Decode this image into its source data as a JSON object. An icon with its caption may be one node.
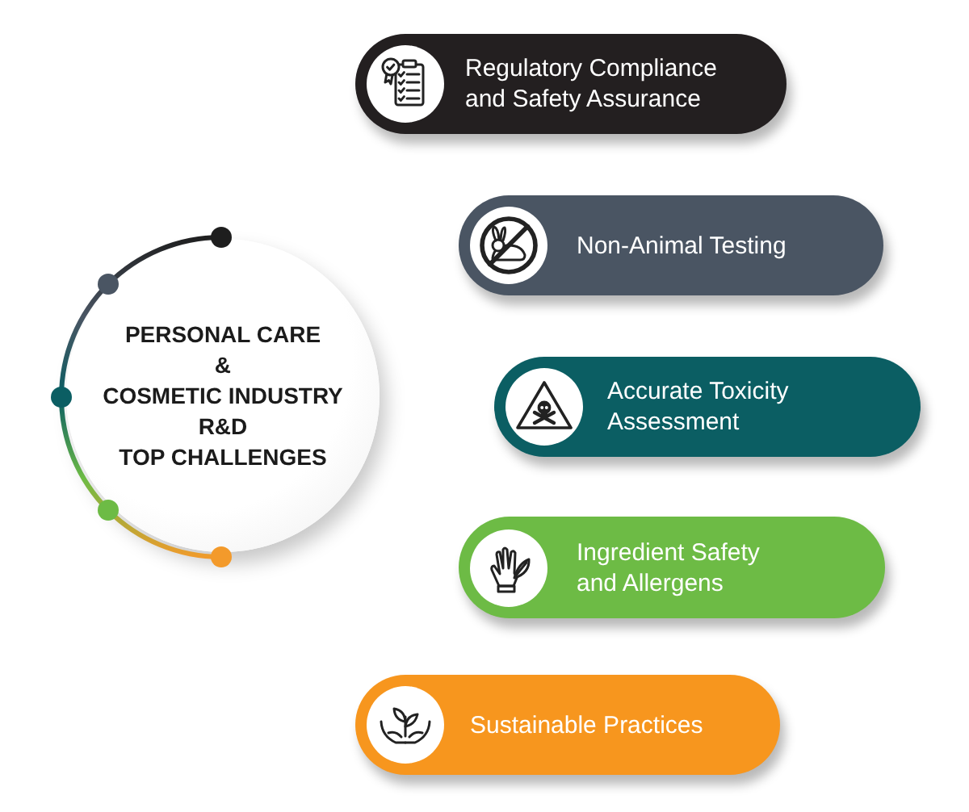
{
  "diagram": {
    "nodes": [
      {
        "text": [
          "PERSONAL CARE & COSMETIC INDUSTRY R&D TOP CHALLENGES"
        ]
      },
      {
        "text": [
          "Regulatory Compliance and Safety Assurance"
        ]
      },
      {
        "text": [
          "Non-Animal Testing"
        ]
      },
      {
        "text": [
          "Accurate Toxicity Assessment"
        ]
      },
      {
        "text": [
          "Ingredient Safety and Allergens"
        ]
      },
      {
        "text": [
          "Sustainable Practices"
        ]
      }
    ]
  }
}
